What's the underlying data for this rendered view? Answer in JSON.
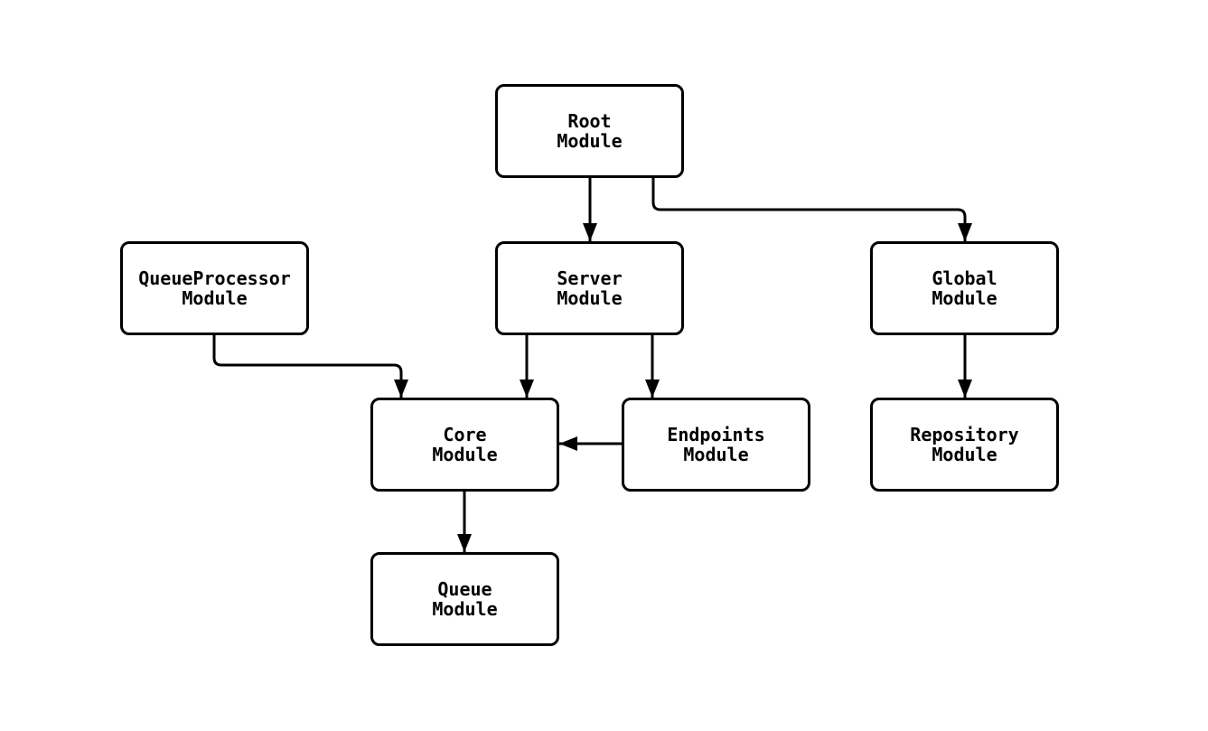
{
  "diagram": {
    "type": "module-dependency-flowchart",
    "background_color": "#ffffff",
    "line_color": "#000000",
    "text_color": "#000000",
    "nodes": [
      {
        "id": "root",
        "label": "Root\nModule"
      },
      {
        "id": "queueprocessor",
        "label": "QueueProcessor\nModule"
      },
      {
        "id": "server",
        "label": "Server\nModule"
      },
      {
        "id": "global",
        "label": "Global\nModule"
      },
      {
        "id": "core",
        "label": "Core\nModule"
      },
      {
        "id": "endpoints",
        "label": "Endpoints\nModule"
      },
      {
        "id": "repository",
        "label": "Repository\nModule"
      },
      {
        "id": "queue",
        "label": "Queue\nModule"
      }
    ],
    "edges": [
      {
        "from": "Root Module",
        "to": "Server Module"
      },
      {
        "from": "Root Module",
        "to": "Global Module"
      },
      {
        "from": "QueueProcessor Module",
        "to": "Core Module"
      },
      {
        "from": "Server Module",
        "to": "Core Module"
      },
      {
        "from": "Server Module",
        "to": "Endpoints Module"
      },
      {
        "from": "Endpoints Module",
        "to": "Core Module"
      },
      {
        "from": "Global Module",
        "to": "Repository Module"
      },
      {
        "from": "Core Module",
        "to": "Queue Module"
      }
    ]
  }
}
